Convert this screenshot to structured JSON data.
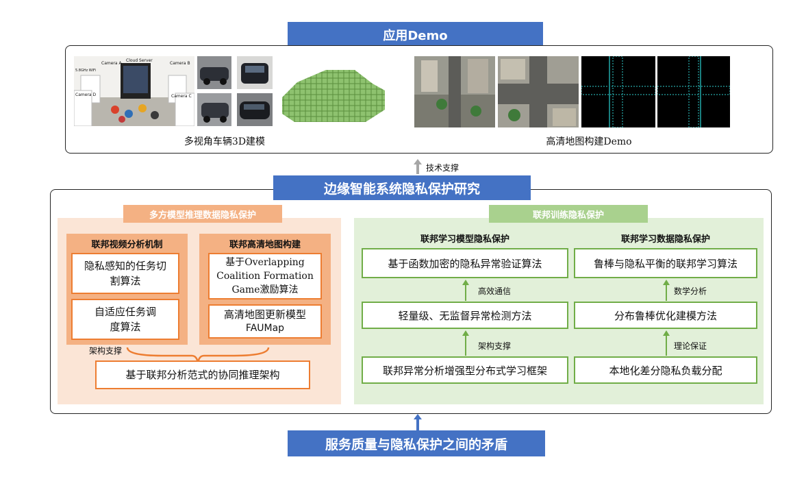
{
  "top_title": "应用Demo",
  "demo_left_caption": "多视角车辆3D建模",
  "demo_right_caption": "高清地图构建Demo",
  "lab_labels": {
    "cloud": "Cloud Server",
    "camera_a": "Camera A",
    "camera_b": "Camera B",
    "camera_c": "Camera C",
    "camera_d": "Camera D",
    "wifi": "5.8GHz WiFi"
  },
  "tech_support": "技术支撑",
  "main_title": "边缘智能系统隐私保护研究",
  "left_panel": {
    "header": "多方模型推理数据隐私保护",
    "col1": {
      "title": "联邦视频分析机制",
      "box1": "隐私感知的任务切割算法",
      "box2": "自适应任务调度算法"
    },
    "col2": {
      "title": "联邦高清地图构建",
      "box1": "基于Overlapping Coalition Formation Game激励算法",
      "box2_line1": "高清地图更新模型",
      "box2_line2": "FAUMap"
    },
    "brace_label": "架构支撑",
    "bottom_box": "基于联邦分析范式的协同推理架构"
  },
  "right_panel": {
    "header": "联邦训练隐私保护",
    "col1": {
      "title": "联邦学习模型隐私保护",
      "top": "基于函数加密的隐私异常验证算法",
      "arrow1": "高效通信",
      "middle": "轻量级、无监督异常检测方法",
      "arrow2": "架构支撑",
      "bottom": "联邦异常分析增强型分布式学习框架"
    },
    "col2": {
      "title": "联邦学习数据隐私保护",
      "top": "鲁棒与隐私平衡的联邦学习算法",
      "arrow1": "数学分析",
      "middle": "分布鲁棒优化建模方法",
      "arrow2": "理论保证",
      "bottom": "本地化差分隐私负载分配"
    }
  },
  "bottom_title": "服务质量与隐私保护之间的矛盾",
  "colors": {
    "blue": "#4472c4",
    "orange": "#ed7d31",
    "orange_light": "#fbe5d6",
    "green": "#70ad47",
    "green_light": "#e2f0d9"
  }
}
